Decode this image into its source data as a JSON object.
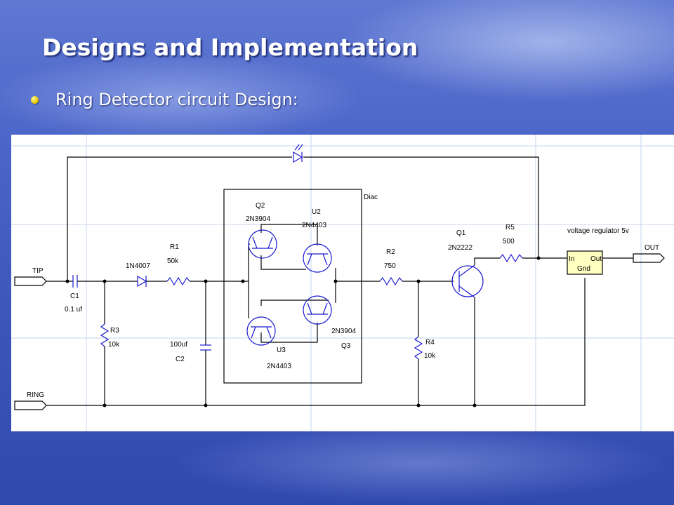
{
  "slide": {
    "title": "Designs and Implementation",
    "bullet": "Ring Detector circuit Design:"
  },
  "schematic": {
    "labels": {
      "tip": "TIP",
      "ring": "RING",
      "out": "OUT",
      "c1_name": "C1",
      "c1_value": "0.1 uf",
      "d_1n4007": "1N4007",
      "r1_name": "R1",
      "r1_value": "50k",
      "r3_name": "R3",
      "r3_value": "10k",
      "c2_value": "100uf",
      "c2_name": "C2",
      "q2_name": "Q2",
      "q2_part": "2N3904",
      "u2_name": "U2",
      "u2_part": "2N4403",
      "u3_name": "U3",
      "u3_part": "2N4403",
      "q3_part": "2N3904",
      "q3_name": "Q3",
      "diac": "Diac",
      "r2_name": "R2",
      "r2_value": "750",
      "r4_name": "R4",
      "r4_value": "10k",
      "q1_name": "Q1",
      "q1_part": "2N2222",
      "r5_name": "R5",
      "r5_value": "500",
      "reg_title": "voltage regulator 5v",
      "reg_in": "In",
      "reg_out": "Out",
      "reg_gnd": "Gnd"
    },
    "colors": {
      "wire": "#000000",
      "component": "#1a1ad0",
      "grid": "#c6d6ee",
      "regulator_fill": "#ffffc0"
    }
  }
}
